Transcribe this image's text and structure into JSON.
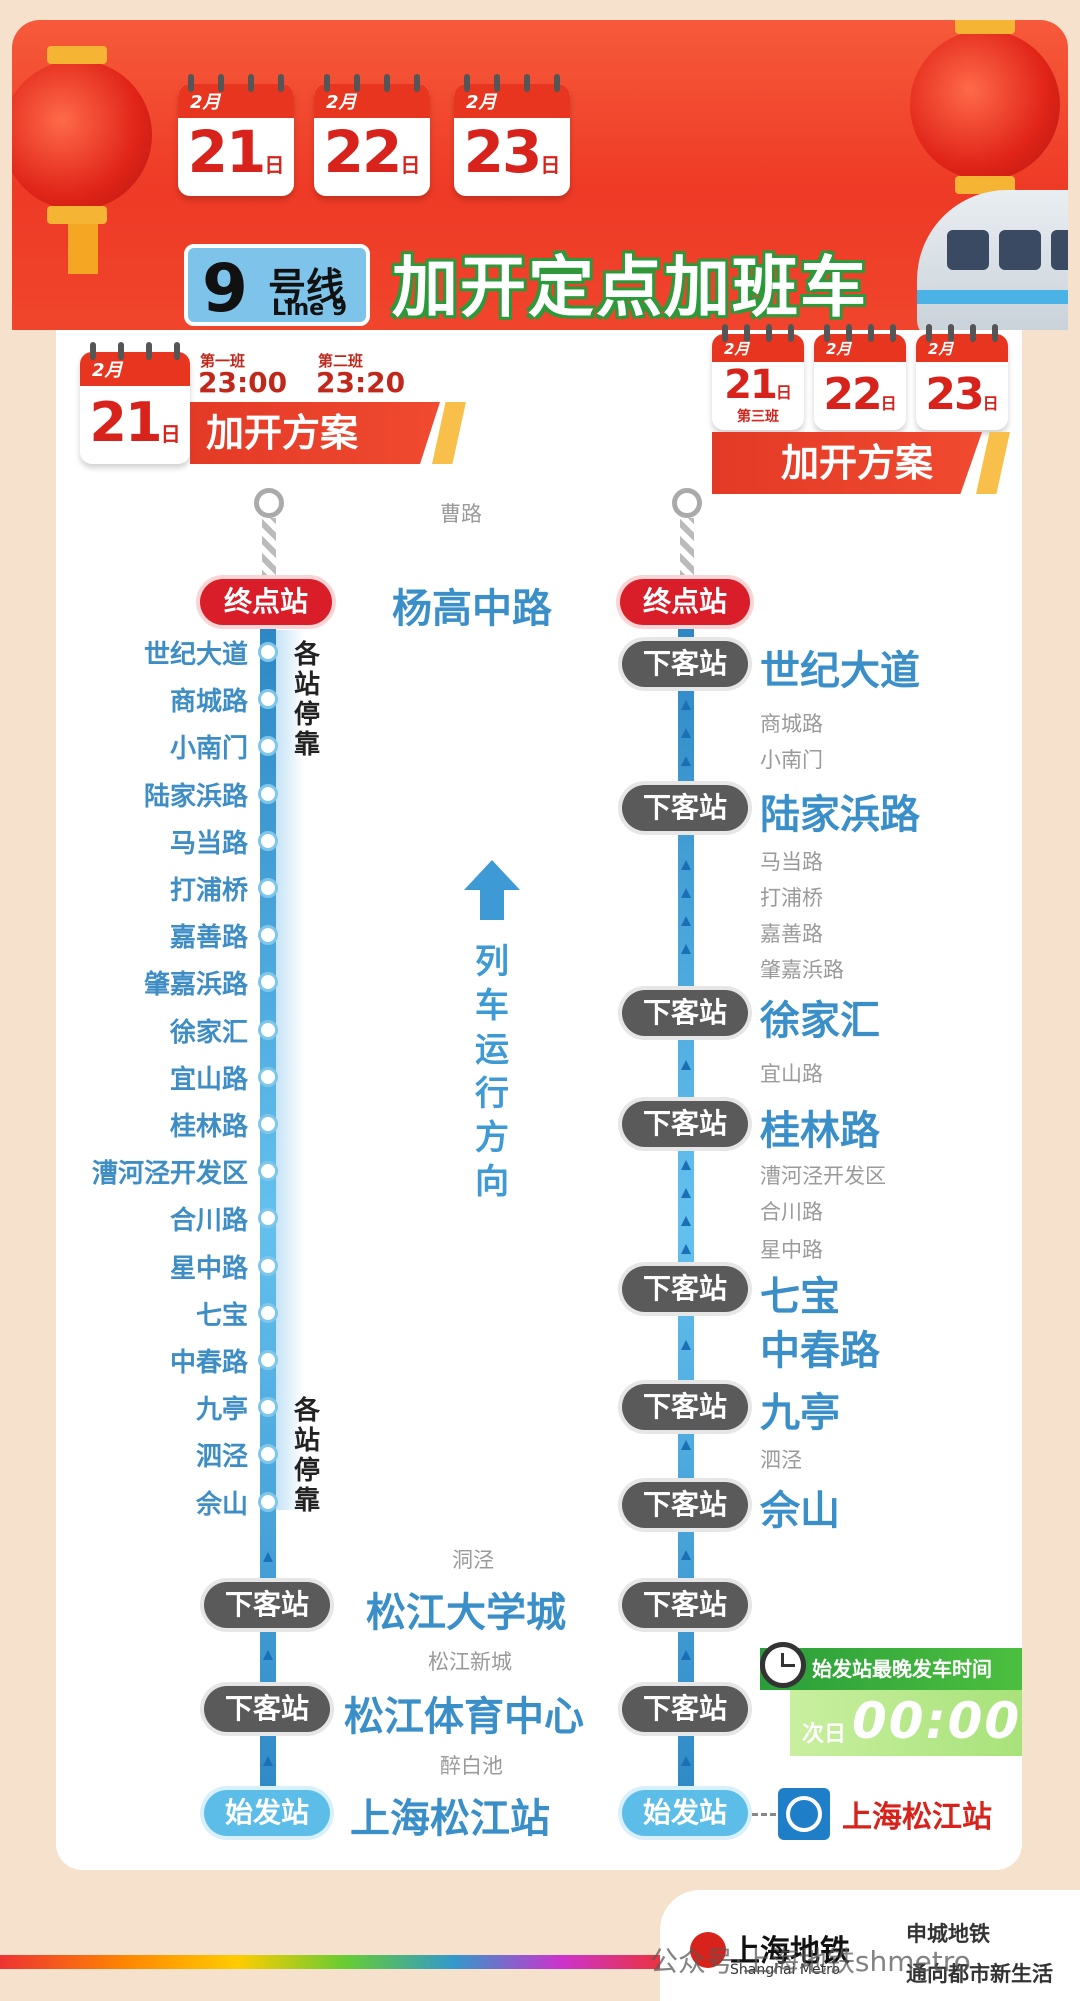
{
  "banner": {
    "calendars": [
      {
        "month": "2月",
        "day": "21",
        "ri": "日"
      },
      {
        "month": "2月",
        "day": "22",
        "ri": "日"
      },
      {
        "month": "2月",
        "day": "23",
        "ri": "日"
      }
    ],
    "line_num": "9",
    "line_hao": "号线",
    "line_en": "Line 9",
    "title": "加开定点加班车"
  },
  "left_plan": {
    "calendar": {
      "month": "2月",
      "day": "21",
      "ri": "日"
    },
    "first_label": "第一班",
    "first_time": "23:00",
    "second_label": "第二班",
    "second_time": "23:20",
    "tag": "加开方案"
  },
  "right_plan": {
    "calendars": [
      {
        "month": "2月",
        "day": "21",
        "ri": "日",
        "note": "第三班"
      },
      {
        "month": "2月",
        "day": "22",
        "ri": "日"
      },
      {
        "month": "2月",
        "day": "23",
        "ri": "日"
      }
    ],
    "tag": "加开方案"
  },
  "pills": {
    "terminal": "终点站",
    "alight": "下客站",
    "origin": "始发站"
  },
  "center": {
    "caolu": "曹路",
    "yanggao": "杨高中路",
    "direction_chars": [
      "列",
      "车",
      "运",
      "行",
      "方",
      "向"
    ],
    "dongjing": "洞泾",
    "songjiang_univ": "松江大学城",
    "songjiang_xincheng": "松江新城",
    "songjiang_sports": "松江体育中心",
    "zuibaichi": "醉白池",
    "shanghai_songjiang": "上海松江站"
  },
  "left_stations": [
    "世纪大道",
    "商城路",
    "小南门",
    "陆家浜路",
    "马当路",
    "打浦桥",
    "嘉善路",
    "肇嘉浜路",
    "徐家汇",
    "宜山路",
    "桂林路",
    "漕河泾开发区",
    "合川路",
    "星中路",
    "七宝",
    "中春路",
    "九亭",
    "泗泾",
    "佘山"
  ],
  "all_stop_chars": [
    "各",
    "站",
    "停",
    "靠"
  ],
  "right_stations": {
    "shiji": "世纪大道",
    "shangcheng": "商城路",
    "xiaonanmen": "小南门",
    "lujiabang": "陆家浜路",
    "madang": "马当路",
    "dapuqiao": "打浦桥",
    "jiashan": "嘉善路",
    "zhaojiabang": "肇嘉浜路",
    "xujiahui": "徐家汇",
    "yishan": "宜山路",
    "guilin": "桂林路",
    "caohejing": "漕河泾开发区",
    "hechuan": "合川路",
    "xingzhong": "星中路",
    "qibao": "七宝",
    "zhongchun": "中春路",
    "jiuting": "九亭",
    "sijing": "泗泾",
    "sheshan": "佘山"
  },
  "last_departure": {
    "header": "始发站最晚发车时间",
    "next_day": "次日",
    "time": "00:00"
  },
  "rail_station": "上海松江站",
  "footer": {
    "metro_cn": "上海地铁",
    "metro_en": "Shanghai Metro",
    "slogan1": "申城地铁",
    "slogan2": "通向都市新生活",
    "watermark": "公众号·上海地铁shmetro"
  },
  "colors": {
    "banner_red": "#ee3a26",
    "line_blue": "#3e8ec5",
    "title_green": "#2a9a3a"
  }
}
